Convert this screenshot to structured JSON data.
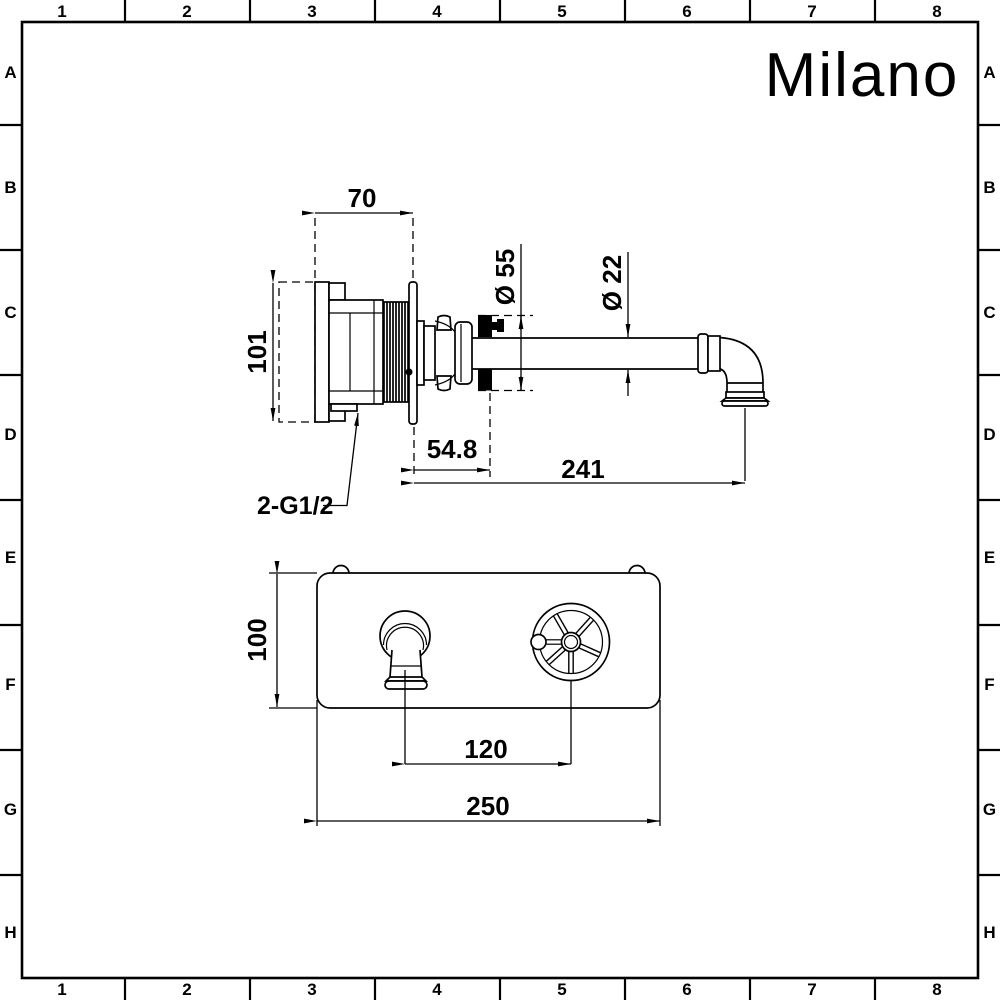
{
  "sheet": {
    "logo": "Milano"
  },
  "grid": {
    "columns": [
      "1",
      "2",
      "3",
      "4",
      "5",
      "6",
      "7",
      "8"
    ],
    "rows": [
      "A",
      "B",
      "C",
      "D",
      "E",
      "F",
      "G",
      "H"
    ]
  },
  "side_view": {
    "body_width": "70",
    "body_height": "101",
    "escutcheon_diameter": "Ø 55",
    "spout_diameter": "Ø 22",
    "escutcheon_projection": "54.8",
    "spout_reach": "241",
    "inlet_connection": "2-G1/2"
  },
  "front_view": {
    "plate_height": "100",
    "spout_handle_centres": "120",
    "plate_width": "250"
  },
  "colors": {
    "line": "#000000",
    "background": "#ffffff"
  }
}
